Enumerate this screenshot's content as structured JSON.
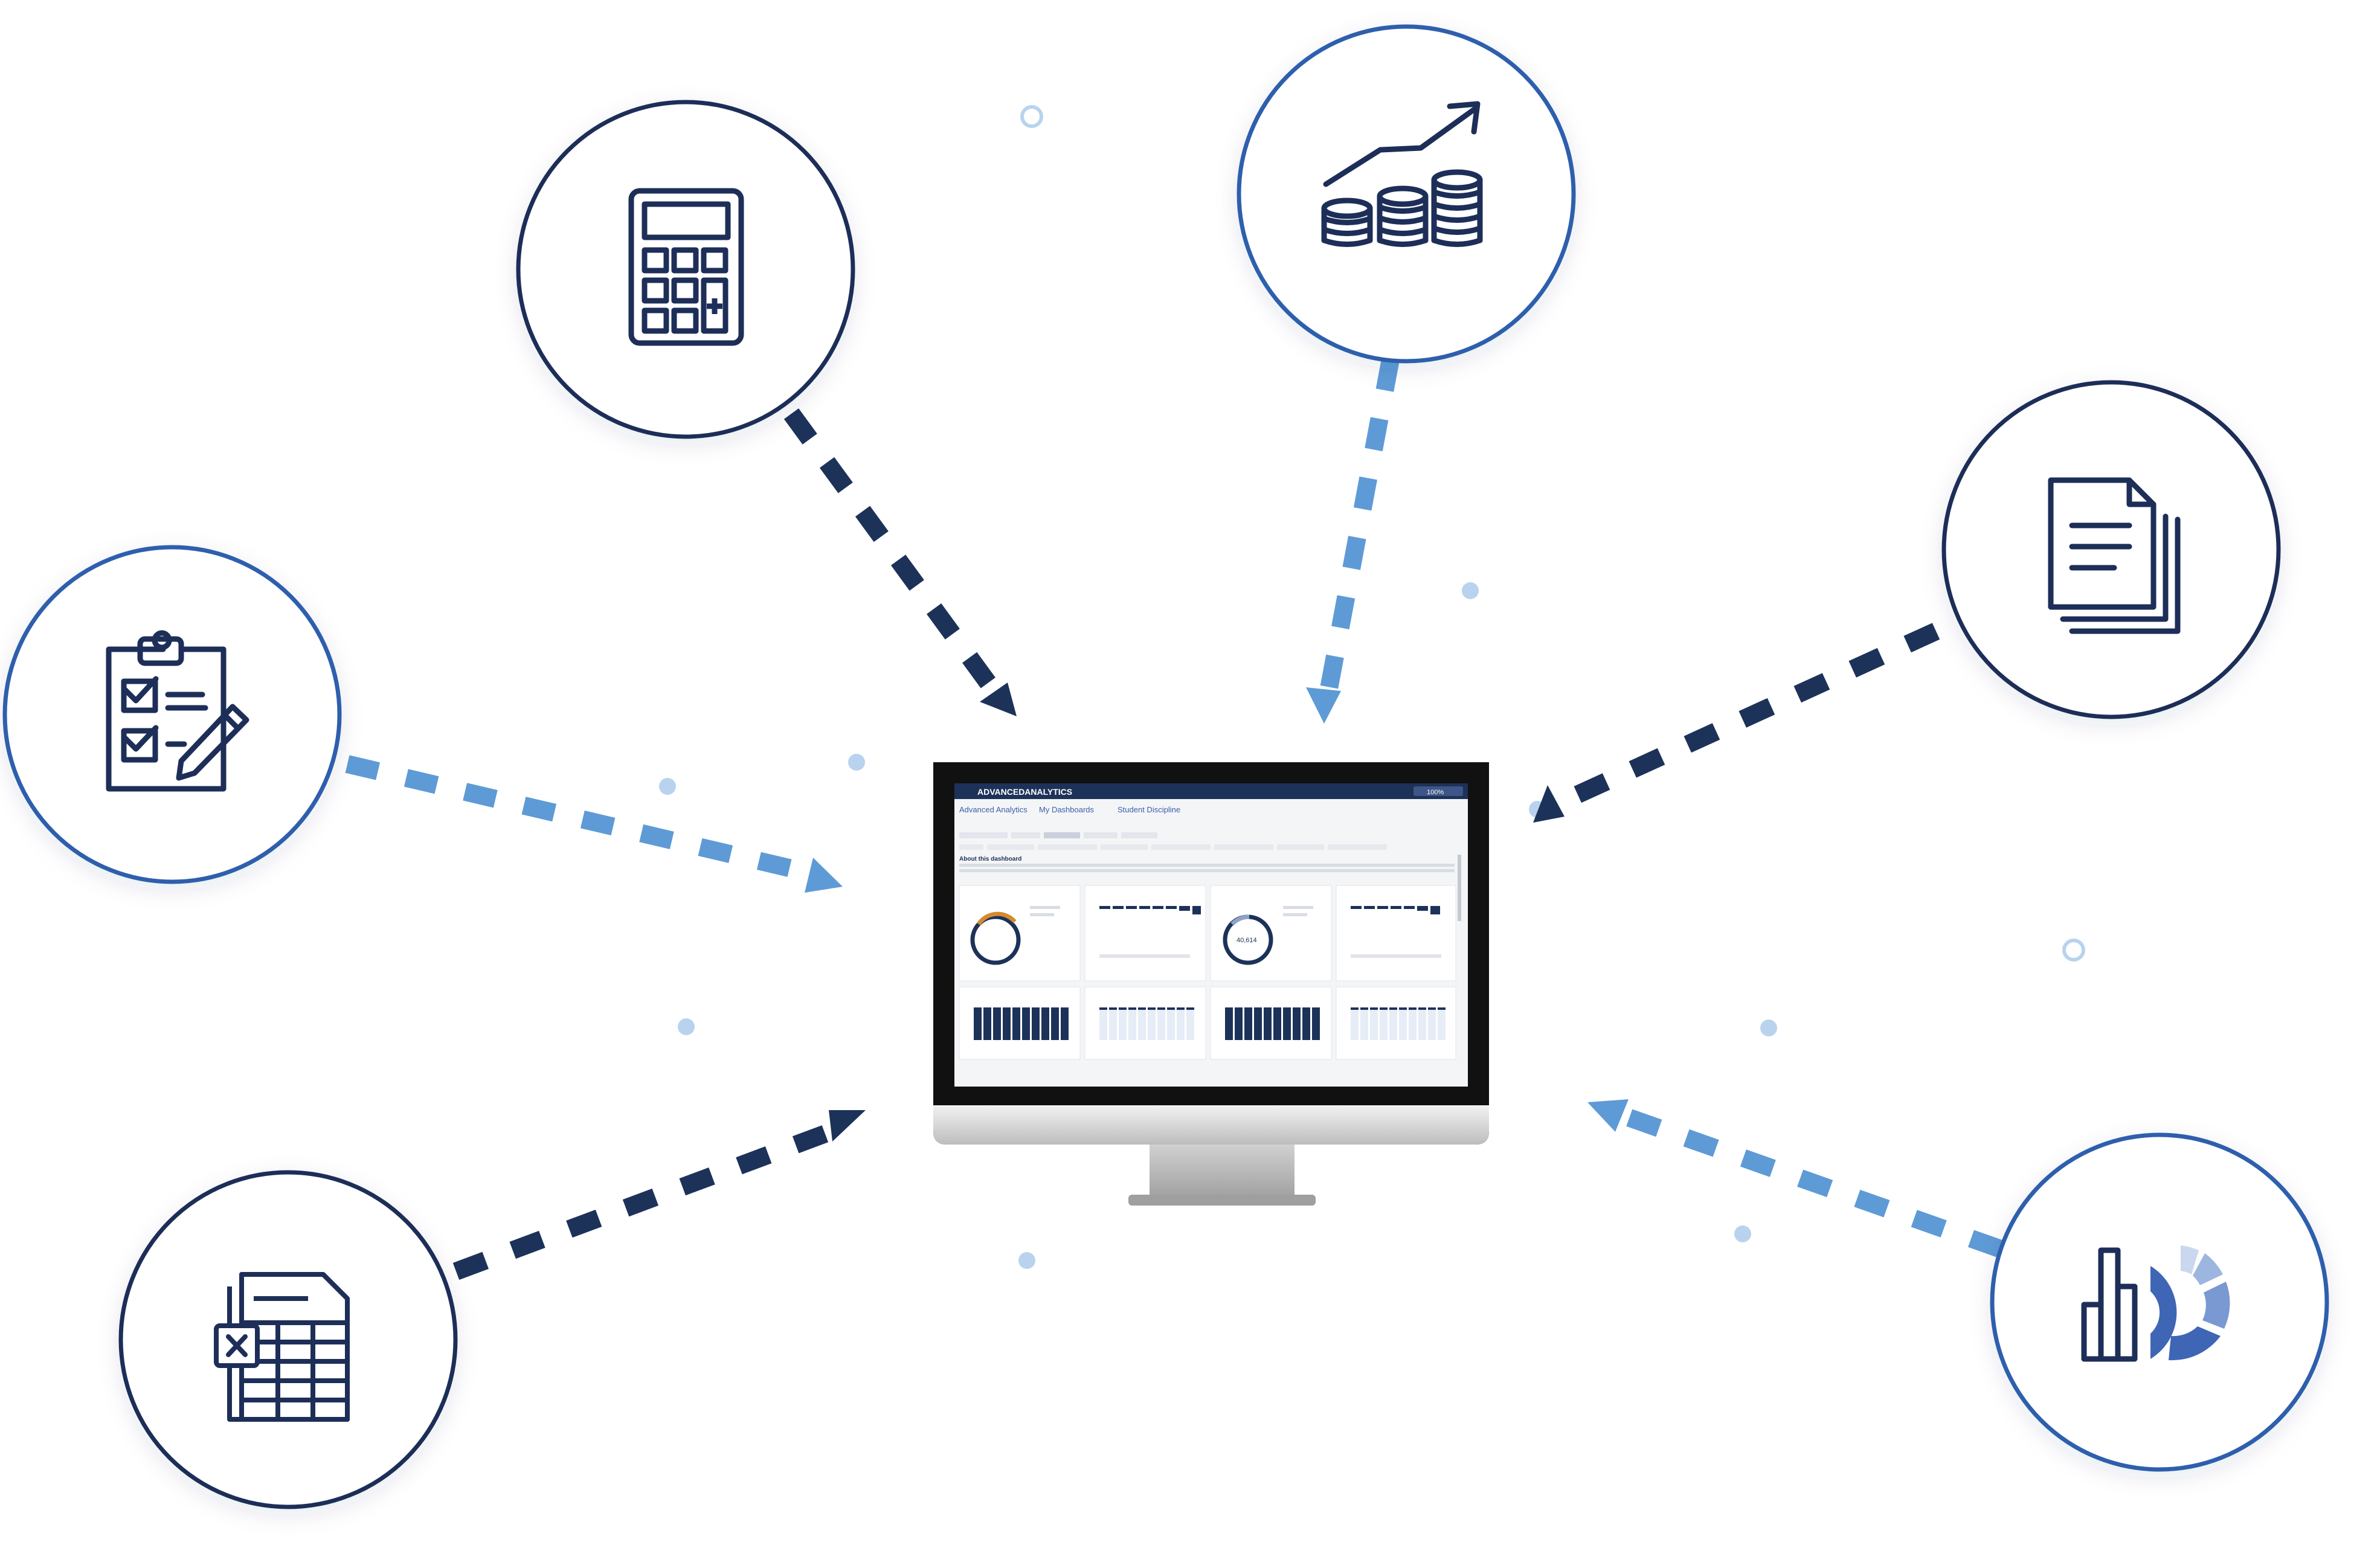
{
  "monitor": {
    "brand": "ADVANCEDANALYTICS",
    "zoom": "100%",
    "breadcrumb": [
      "Advanced Analytics",
      "My Dashboards",
      "Student Discipline"
    ],
    "about_heading": "About this dashboard",
    "donut_center_1": "",
    "donut_center_2": "40,614"
  },
  "nodes": [
    {
      "id": "clipboard",
      "icon": "clipboard-checklist-icon",
      "ring_color": "#2e5fad"
    },
    {
      "id": "calculator",
      "icon": "calculator-icon",
      "ring_color": "#1d2e58"
    },
    {
      "id": "growth",
      "icon": "coins-growth-icon",
      "ring_color": "#2e5fad"
    },
    {
      "id": "documents",
      "icon": "documents-icon",
      "ring_color": "#1d2e58"
    },
    {
      "id": "chart",
      "icon": "bar-donut-chart-icon",
      "ring_color": "#2e5fad"
    },
    {
      "id": "spreadsheet",
      "icon": "spreadsheet-icon",
      "ring_color": "#1d2e58"
    }
  ],
  "colors": {
    "navy": "#1d3259",
    "light_blue": "#5e9bd6",
    "icon": "#1d2e58",
    "dot": "#b9d3ee"
  }
}
